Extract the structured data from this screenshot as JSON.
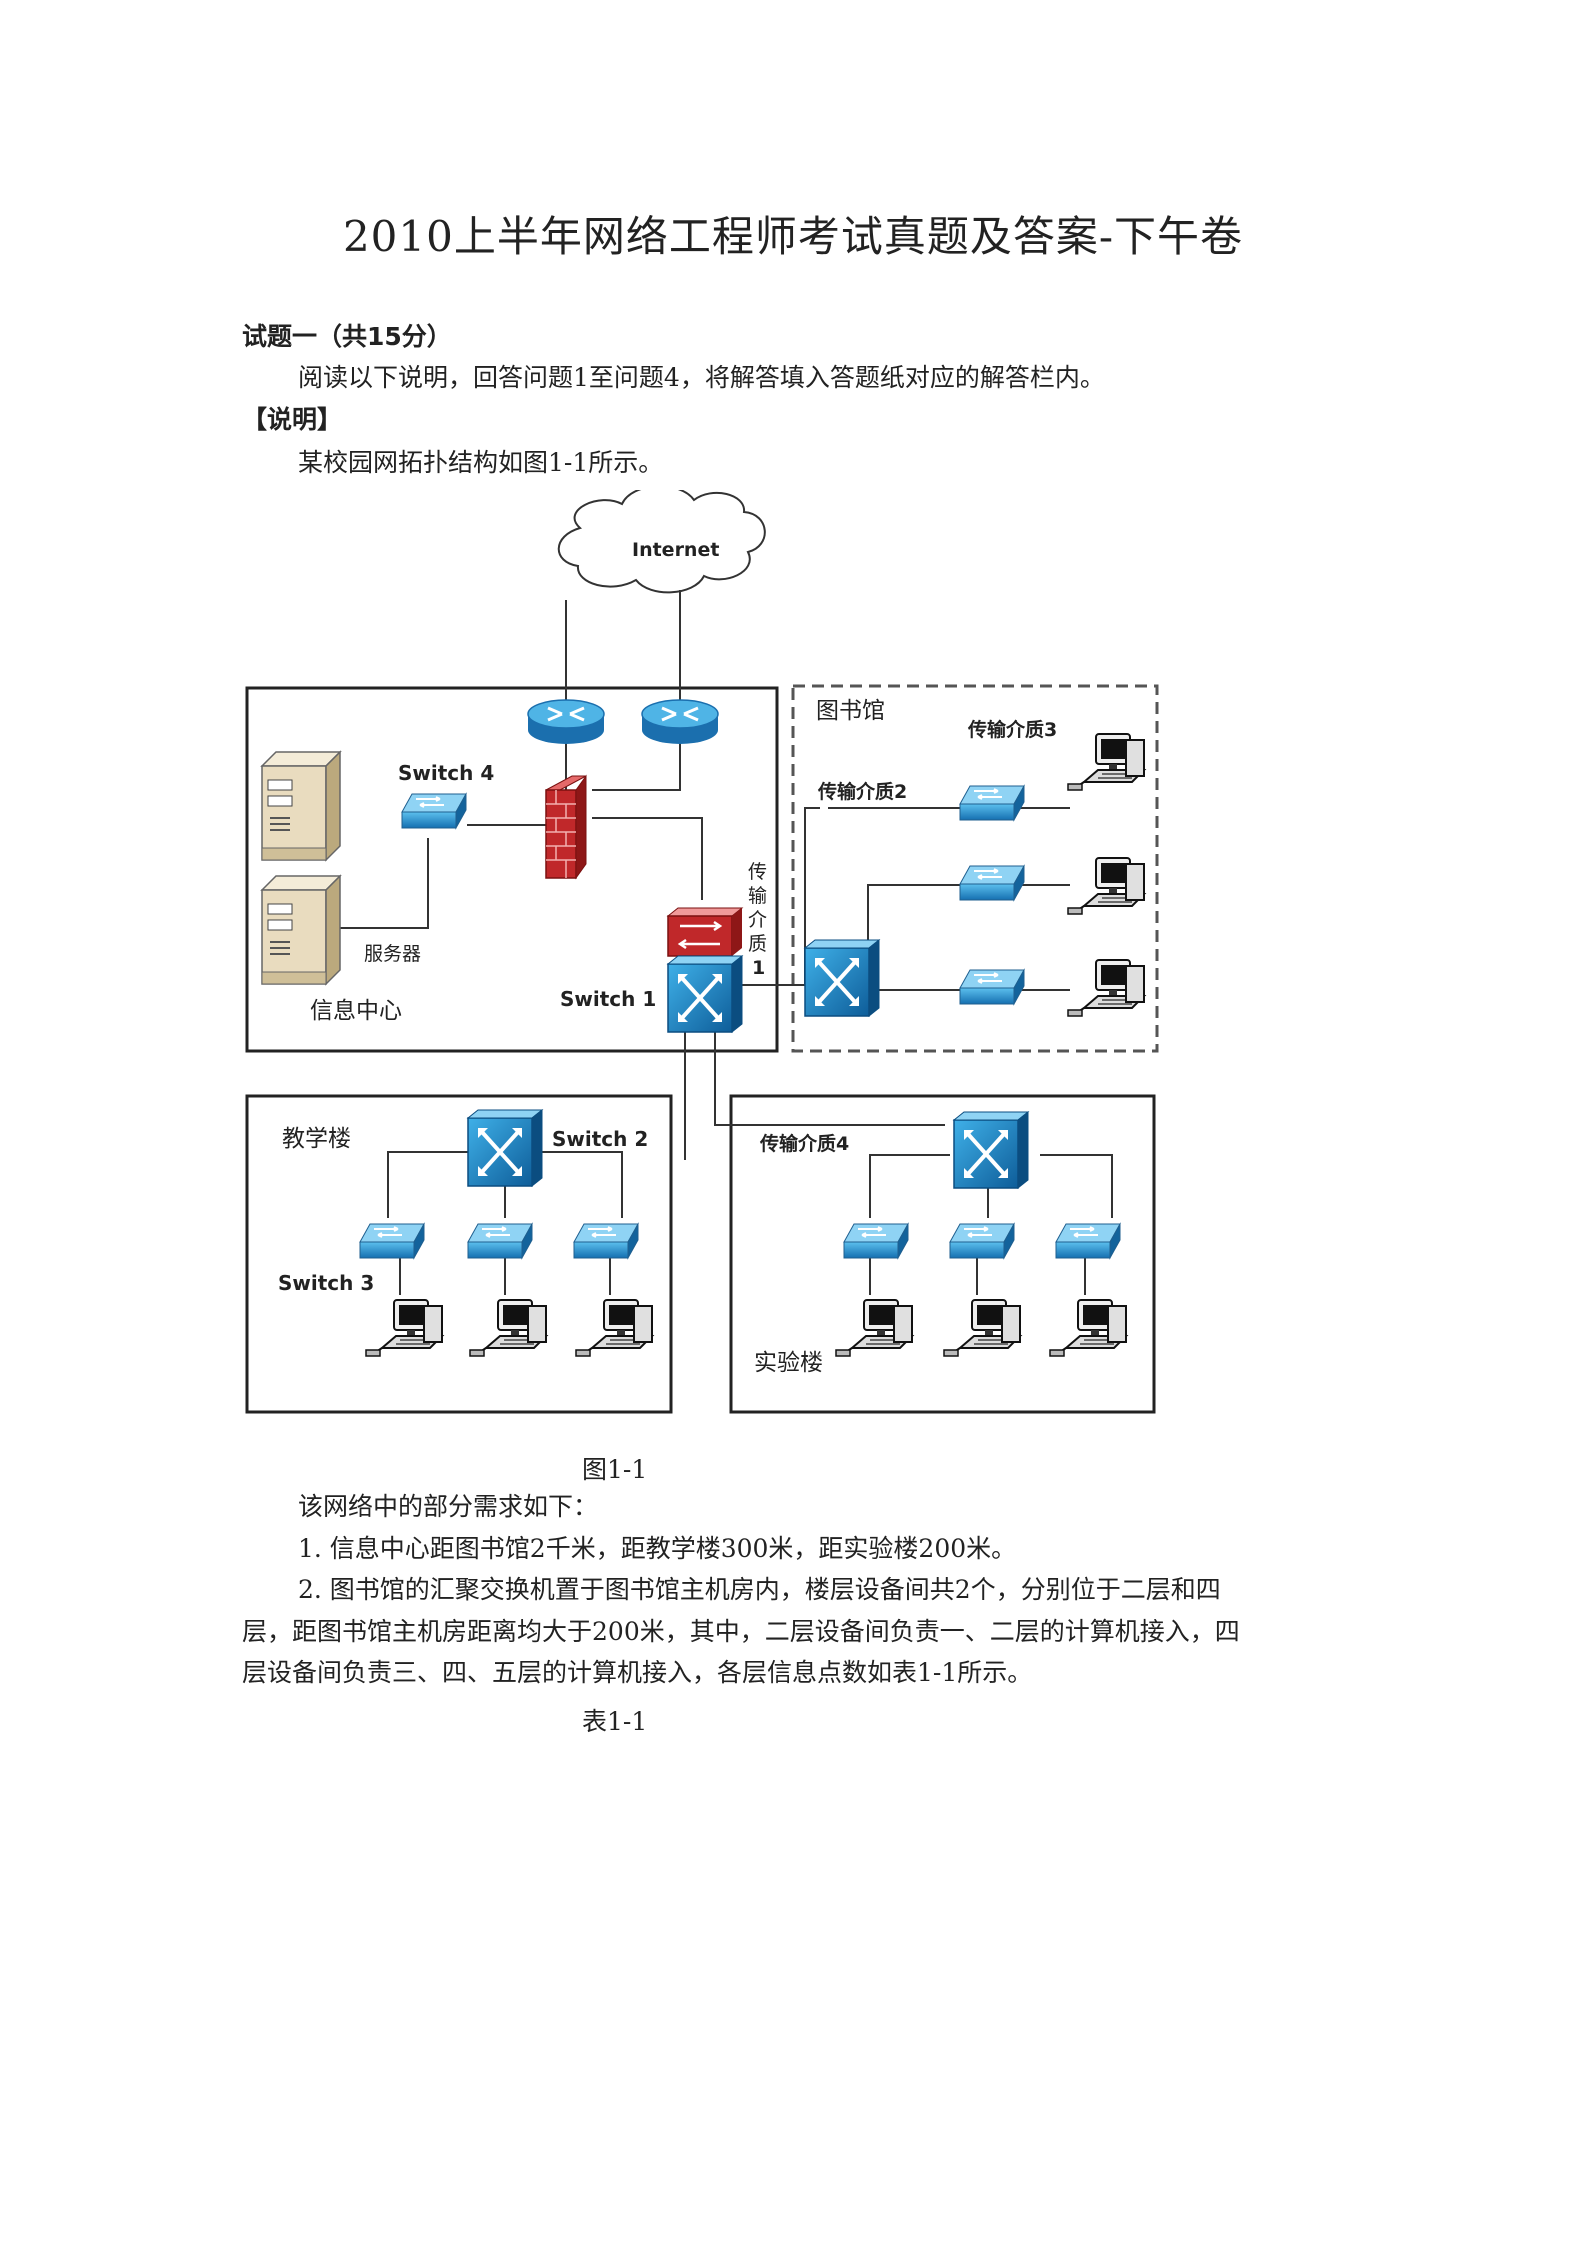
{
  "doc": {
    "title": "2010上半年网络工程师考试真题及答案-下午卷",
    "q1_heading": "试题一（共15分）",
    "intro": "阅读以下说明，回答问题1至问题4，将解答填入答题纸对应的解答栏内。",
    "section_label": "【说明】",
    "topology_sentence": "某校园网拓扑结构如图1-1所示。",
    "figure_caption": "图1-1",
    "req_intro": "该网络中的部分需求如下：",
    "req1": "1. 信息中心距图书馆2千米，距教学楼300米，距实验楼200米。",
    "req2_line1": "2. 图书馆的汇聚交换机置于图书馆主机房内，楼层设备间共2个，分别位于二层和四",
    "req2_line2": "层，距图书馆主机房距离均大于200米，其中，二层设备间负责一、二层的计算机接入，四",
    "req2_line3": "层设备间负责三、四、五层的计算机接入，各层信息点数如表1-1所示。",
    "table_caption": "表1-1"
  },
  "diagram": {
    "internet": "Internet",
    "switch4": "Switch 4",
    "switch1": "Switch 1",
    "switch2": "Switch 2",
    "switch3": "Switch 3",
    "server_label": "服务器",
    "info_center": "信息中心",
    "library": "图书馆",
    "teaching": "教学楼",
    "lab": "实验楼",
    "medium1": [
      "传",
      "输",
      "介",
      "质",
      "1"
    ],
    "medium2": "传输介质2",
    "medium3": "传输介质3",
    "medium4": "传输介质4"
  },
  "colors": {
    "switch_blue": "#1e8bc9",
    "firewall_red": "#c0282a",
    "router_blue": "#2a86c2"
  }
}
